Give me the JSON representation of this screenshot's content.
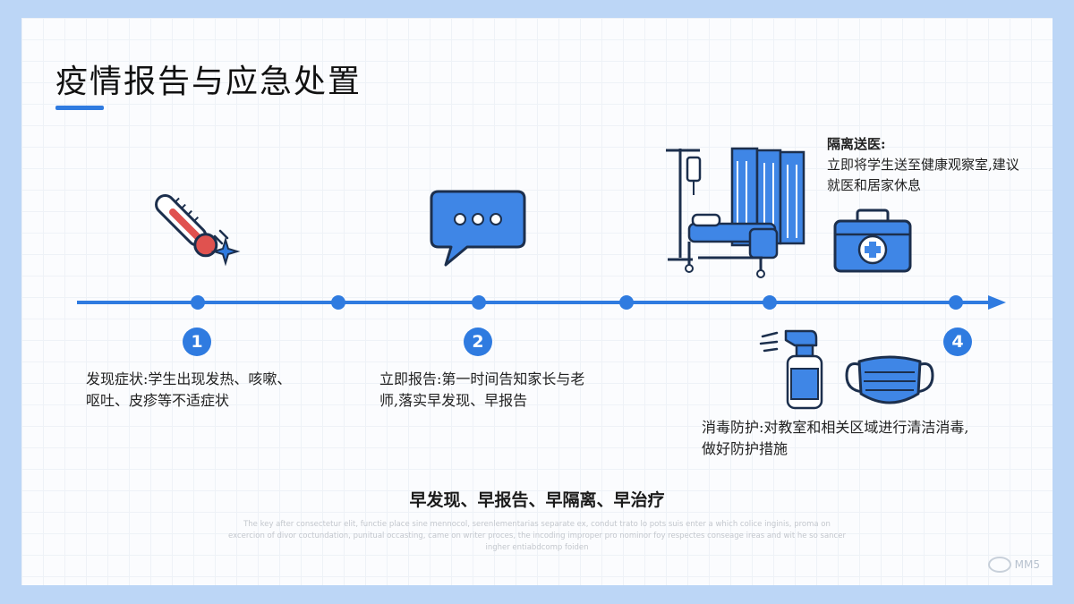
{
  "title": "疫情报告与应急处置",
  "steps": [
    {
      "number": "1",
      "title": "发现症状:",
      "text": "学生出现发热、咳嗽、呕吐、皮疹等不适症状"
    },
    {
      "number": "2",
      "title": "立即报告:",
      "text": "第一时间告知家长与老师,落实早发现、早报告"
    },
    {
      "title": "隔离送医:",
      "text": "立即将学生送至健康观察室,建议就医和居家休息"
    },
    {
      "number": "4",
      "title": "消毒防护:",
      "text": "对教室和相关区域进行清洁消毒,做好防护措施"
    }
  ],
  "summary": "早发现、早报告、早隔离、早治疗",
  "fine_print": "The key after consectetur elit, functie place sine mennocol, serenlementarias separate ex, condut trato lo pots suis enter a which colice inginis, proma on excercion of divor coctundation, punitual occasting, came on writer proces, the incoding improper pro nominor foy respectes conseage ireas and wit he so sancer ingher entiabdcomp foiden",
  "watermark": "MM5",
  "colors": {
    "accent": "#2f7be0",
    "icon_fill": "#3f86e6",
    "outline": "#1c2f4d",
    "frame": "#bcd6f6"
  },
  "icons": [
    "thermometer-icon",
    "chat-bubble-icon",
    "hospital-bed-icon",
    "medical-kit-icon",
    "spray-bottle-icon",
    "face-mask-icon"
  ]
}
